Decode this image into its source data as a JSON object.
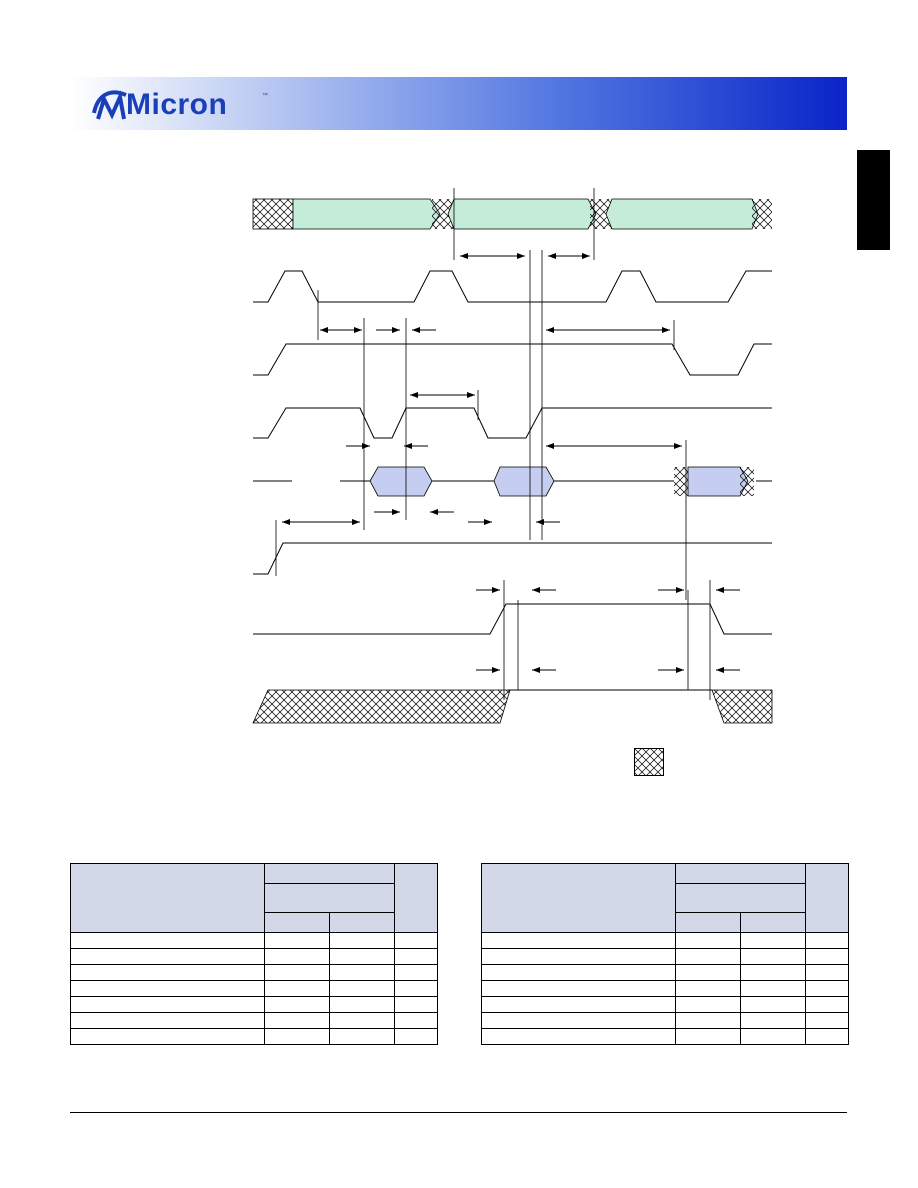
{
  "brand": {
    "logo": "Micron",
    "trademark": "™",
    "colors": {
      "band_start": "#ffffff",
      "band_end": "#0a24c8",
      "logo": "#1a3fb8"
    }
  },
  "diagram": {
    "colors": {
      "data_valid_fill": "#c4ecd9",
      "bus_valid_fill": "#c5cdf0",
      "stroke": "#000000"
    }
  },
  "legend": {
    "icon": "dont-care-crosshatch-icon"
  },
  "tables": {
    "left": {
      "body_rows": 7
    },
    "right": {
      "body_rows": 7
    }
  }
}
